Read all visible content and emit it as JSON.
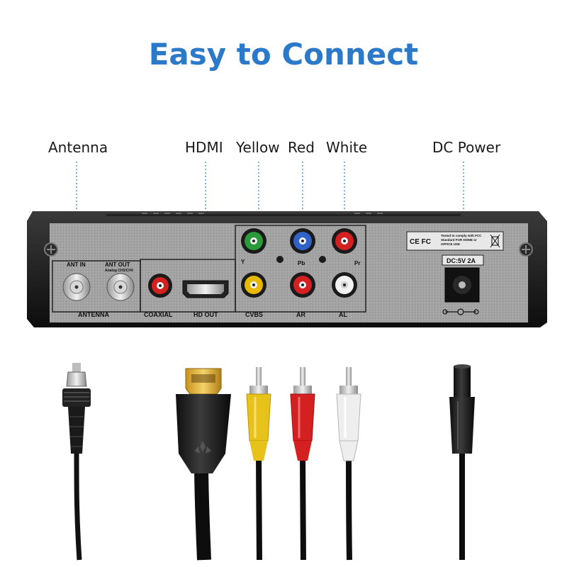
{
  "title": "Easy to Connect",
  "labels": {
    "antenna": "Antenna",
    "hdmi": "HDMI",
    "yellow": "Yellow",
    "red": "Red",
    "white": "White",
    "dc_power": "DC Power"
  },
  "panel": {
    "ant_in": "ANT IN",
    "ant_out": "ANT OUT",
    "ant_out_sub": "Analog CH3/CH4",
    "antenna": "ANTENNA",
    "coaxial": "COAXIAL",
    "hd_out": "HD OUT",
    "y": "Y",
    "pb": "Pb",
    "pr": "Pr",
    "cvbs": "CVBS",
    "ar": "AR",
    "al": "AL",
    "fcc_text_1": "Tested to comply with FCC",
    "fcc_text_2": "Standard FOR HOME or",
    "fcc_text_3": "OFFICE USE",
    "ce_fc": "CE FC",
    "dc_rating": "DC:5V 2A"
  },
  "colors": {
    "title": "#2b79c8",
    "guide_line": "#7fb3e6",
    "panel": "#9a9a9a",
    "yellow_jack": "#e6b800",
    "red_jack": "#d42020",
    "white_jack": "#f2f2f2"
  }
}
